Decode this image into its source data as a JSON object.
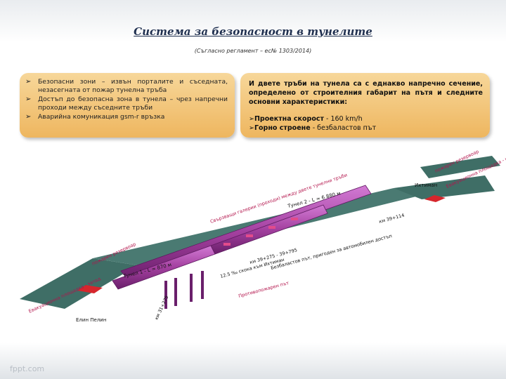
{
  "header": {
    "title": "Система за безопасност в тунелите",
    "subtitle": "(Съгласно регламент – ес№ 1303/2014)"
  },
  "left_box": {
    "items": [
      "Безопасни зони – извън порталите и съседната, незасегната от пожар тунелна тръба",
      "Достъп до безопасна зона в тунела – чрез напречни проходи между съседните тръби",
      "Аварийна комуникация gsm-r връзка"
    ]
  },
  "right_box": {
    "intro": "И двете тръби на тунела са с еднакво напречно сечение, определено от строителния габарит на пътя и следните основни характеристики:",
    "specs": [
      {
        "label": "Проектна скорост",
        "value": " - 160 km/h"
      },
      {
        "label": "Горно строене",
        "value": " - безбаластов път"
      }
    ]
  },
  "diagram": {
    "labels": {
      "tunnel1": "Тунел 1 - L = 870 м",
      "tunnel2": "Тунел 2 - L = 6 880 м",
      "cross": "Свързващи галерии (проходи) между двете тунелни тръби",
      "fire_left": "пожарен резервоар",
      "fire_right": "пожарен резервоар",
      "helipad_left": "Евакуационна площадка - запад",
      "helipad_right": "Евакуационна площадка - изток",
      "station_left": "Елин Пелин",
      "station_right": "Ихтиман",
      "km_left": "км 31+275",
      "km_mid": "км 39+275 - 39+795",
      "km_right": "км 39+114",
      "gradient": "12.5 ‰ скока към Ихтиман",
      "ballastless": "Безбаластов път, пригоден за автомобилен достъп",
      "fire_road": "Противопожарен път"
    }
  },
  "watermark": "fppt.com"
}
